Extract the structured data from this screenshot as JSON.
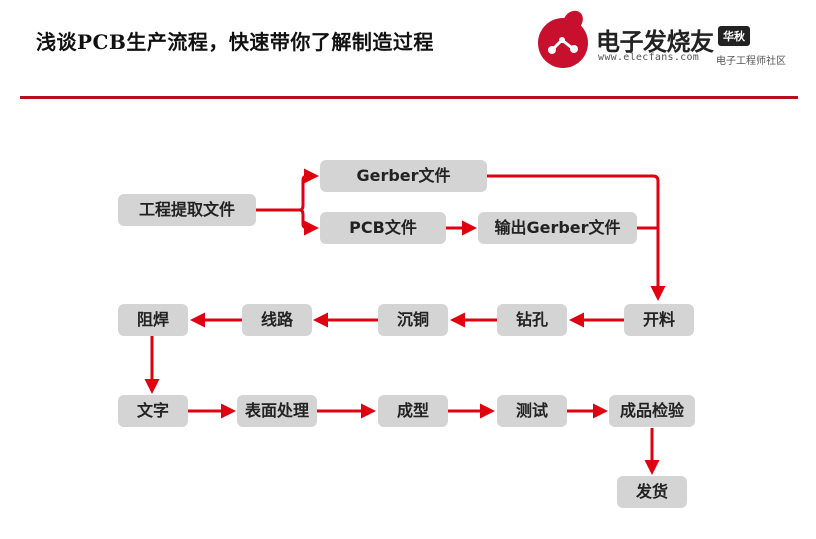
{
  "header": {
    "title": "浅谈PCB生产流程，快速带你了解制造过程"
  },
  "logo": {
    "name": "电子发烧友",
    "badge": "华秋",
    "url": "www.elecfans.com",
    "tagline": "电子工程师社区"
  },
  "colors": {
    "accent": "#e0000f",
    "divider": "#b8101a",
    "node_bg": "#d4d4d4",
    "node_text": "#222222"
  },
  "diagram": {
    "nodes": {
      "extract": "工程提取文件",
      "gerber": "Gerber文件",
      "pcb": "PCB文件",
      "output_gerber": "输出Gerber文件",
      "cutting": "开料",
      "drilling": "钻孔",
      "copper": "沉铜",
      "circuit": "线路",
      "solder_mask": "阻焊",
      "legend_text": "文字",
      "surface": "表面处理",
      "profile": "成型",
      "test": "测试",
      "inspection": "成品检验",
      "shipping": "发货"
    }
  }
}
